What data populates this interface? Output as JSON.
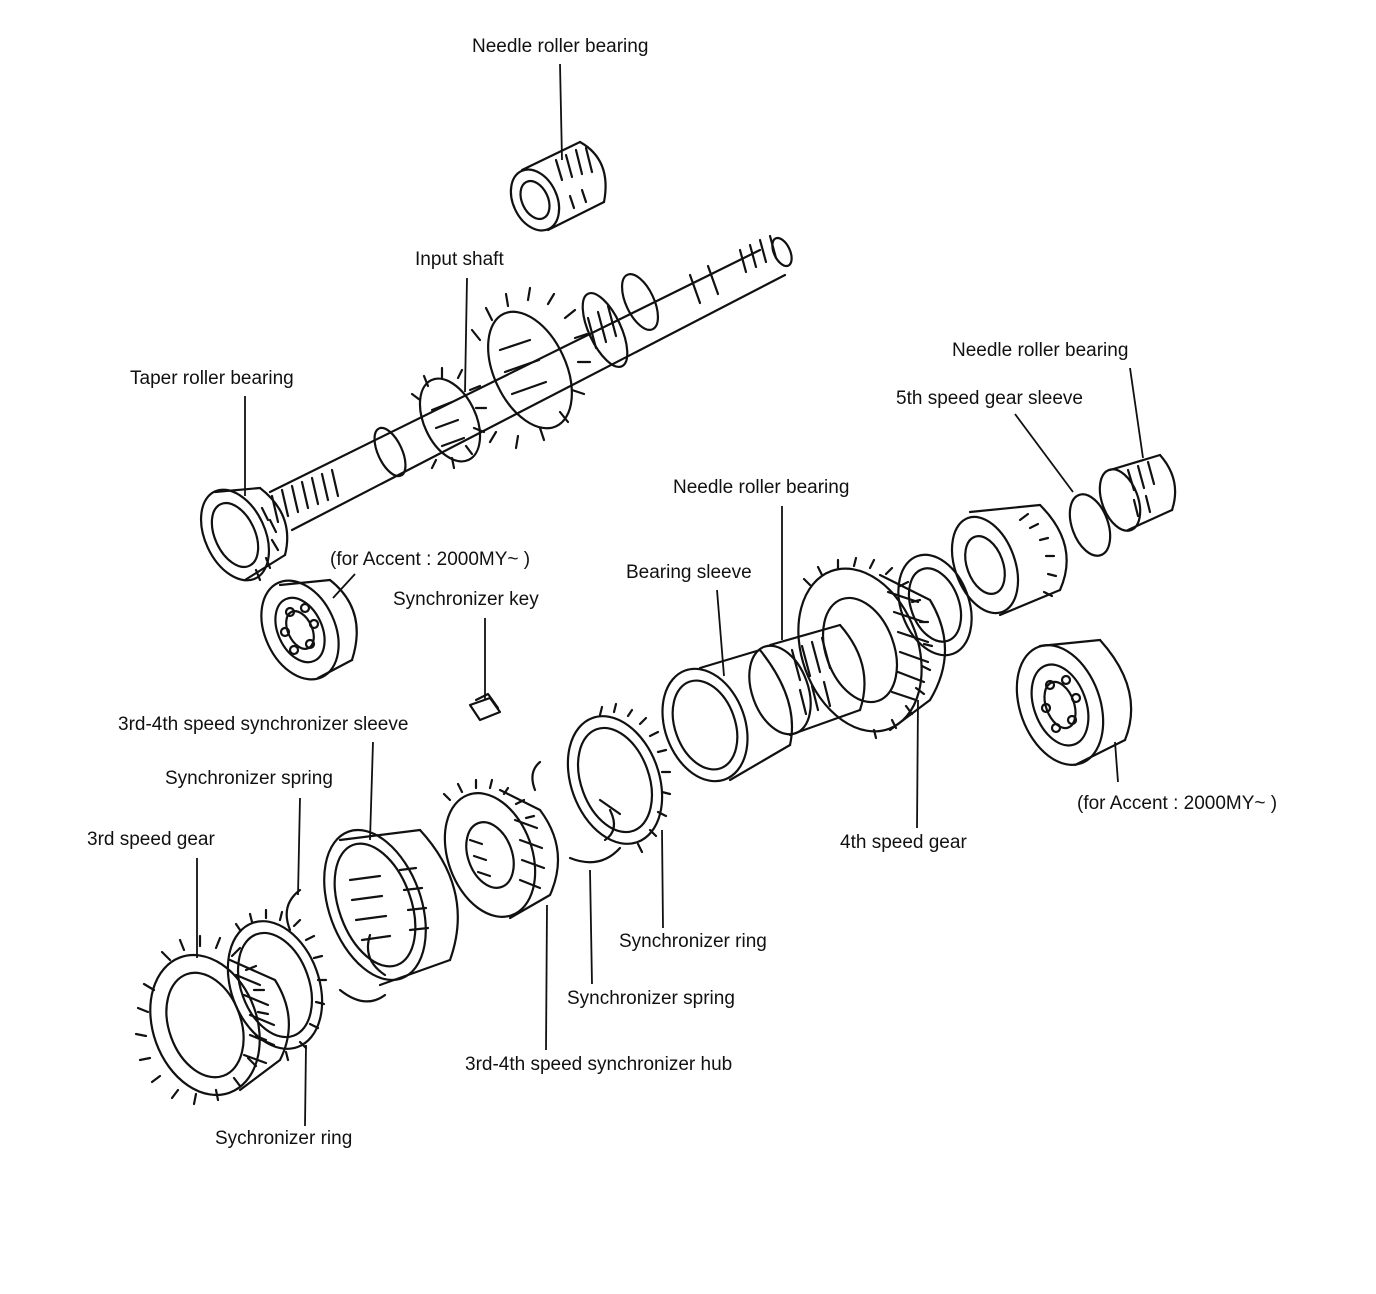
{
  "labels": {
    "needle_roller_bearing_top": "Needle roller bearing",
    "input_shaft": "Input shaft",
    "taper_roller_bearing": "Taper roller bearing",
    "accent_note_left": "(for Accent : 2000MY~ )",
    "synchronizer_key": "Synchronizer key",
    "sleeve_34": "3rd-4th speed synchronizer sleeve",
    "sync_spring_left": "Synchronizer spring",
    "third_speed_gear": "3rd speed gear",
    "sychronizer_ring_left": "Sychronizer ring",
    "hub_34": "3rd-4th speed synchronizer hub",
    "sync_spring_mid": "Synchronizer spring",
    "sync_ring_mid": "Synchronizer ring",
    "bearing_sleeve": "Bearing sleeve",
    "needle_roller_bearing_mid": "Needle roller bearing",
    "needle_roller_bearing_right": "Needle roller bearing",
    "fifth_gear_sleeve": "5th speed gear sleeve",
    "fourth_speed_gear": "4th speed gear",
    "accent_note_right": "(for Accent : 2000MY~ )"
  },
  "style": {
    "ink": "#111111",
    "paper": "#ffffff"
  }
}
